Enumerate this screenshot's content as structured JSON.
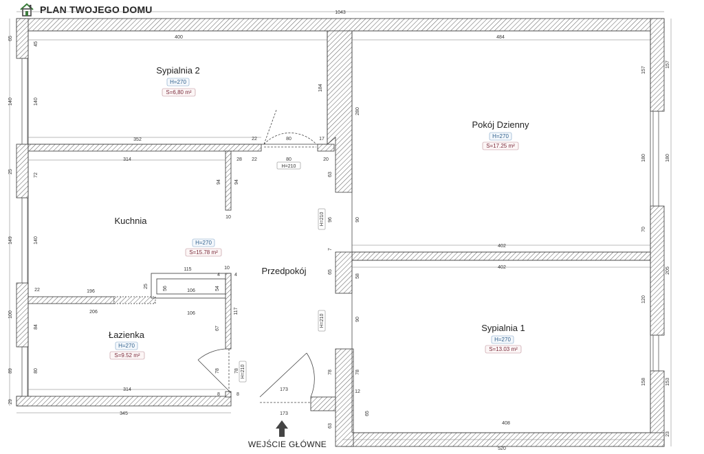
{
  "header": {
    "title": "PLAN TWOJEGO DOMU",
    "icon": "house-icon"
  },
  "entrance": {
    "label": "WEJŚCIE GŁÓWNE"
  },
  "colors": {
    "wall_hatch": "#555555",
    "tag_h": "#2c5d8a",
    "tag_s": "#7a2a3a"
  },
  "rooms": [
    {
      "name": "Sypialnia 2",
      "height": "H=270",
      "area": "S=6,80 m²"
    },
    {
      "name": "Pokój Dzienny",
      "height": "H=270",
      "area": "S=17.25 m²"
    },
    {
      "name": "Kuchnia",
      "height": "H=270",
      "area": "S=15.78 m²"
    },
    {
      "name": "Przedpokój"
    },
    {
      "name": "Łazienka",
      "height": "H=270",
      "area": "S=9.52 m²"
    },
    {
      "name": "Sypialnia 1",
      "height": "H=270",
      "area": "S=13.03 m²"
    }
  ],
  "door_tags": [
    "H=210",
    "H=210",
    "H=210",
    "H=210"
  ],
  "dims": {
    "top_total": "1043",
    "s2_width": "400",
    "pd_width": "484",
    "s2_bottom": "352",
    "k_top": "314",
    "s2_door": "80",
    "s2_jamb_l": "22",
    "s2_jamb_r": "17",
    "k_door": "80",
    "k_jamb_a": "28",
    "k_jamb_b": "22",
    "k_jamb_c": "20",
    "k_stub_a": "94",
    "k_stub_b": "94",
    "k_stub_w": "10",
    "left_65": "65",
    "left_45": "45",
    "left_140a": "140",
    "left_140b": "140",
    "left_25": "25",
    "left_72": "72",
    "left_149": "149",
    "left_140c": "140",
    "left_100": "100",
    "left_84": "84",
    "left_89": "89",
    "left_80": "80",
    "left_29": "29",
    "s2_right": "184",
    "hall_280": "280",
    "hall_63": "63",
    "hall_96": "96",
    "pd_90": "90",
    "pd_402": "402",
    "s1_402": "402",
    "pd_r157": "157",
    "pd_r180": "180",
    "pd_r70": "70",
    "ext_157": "157",
    "ext_180": "180",
    "ext_205": "205",
    "ext_153": "153",
    "ext_23": "23",
    "b115": "115",
    "b10": "10",
    "b4a": "4",
    "b4b": "4",
    "b25": "25",
    "b56a": "56",
    "b106a": "106",
    "b54": "54",
    "b22": "22",
    "b196": "196",
    "b206": "206",
    "b106b": "106",
    "b117": "117",
    "h7": "7",
    "h65": "65",
    "h58": "58",
    "h90": "90",
    "s1_120": "120",
    "s1_158": "158",
    "l67": "67",
    "l78a": "78",
    "l78b": "78",
    "l8a": "8",
    "l8b": "8",
    "l314": "314",
    "l345": "345",
    "d173a": "173",
    "d173b": "173",
    "e78a": "78",
    "e78b": "78",
    "e12": "12",
    "e65": "65",
    "e63": "63",
    "s1_408": "408",
    "bot_520": "520"
  }
}
